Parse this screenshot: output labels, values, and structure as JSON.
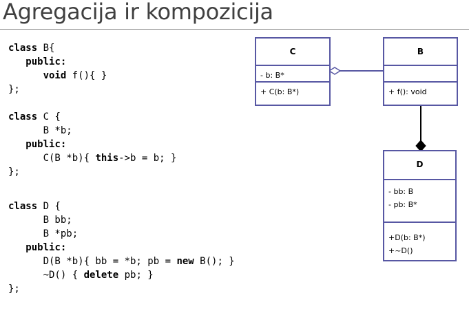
{
  "title": "Agregacija ir kompozicija",
  "code_lines": [
    [
      {
        "t": "class",
        "b": true
      },
      {
        "t": " B{",
        "b": false
      }
    ],
    [
      {
        "t": "   ",
        "b": false
      },
      {
        "t": "public:",
        "b": true
      }
    ],
    [
      {
        "t": "      ",
        "b": false
      },
      {
        "t": "void",
        "b": true
      },
      {
        "t": " f(){ }",
        "b": false
      }
    ],
    [
      {
        "t": "};",
        "b": false
      }
    ],
    [],
    [
      {
        "t": "class",
        "b": true
      },
      {
        "t": " C {",
        "b": false
      }
    ],
    [
      {
        "t": "      B *b;",
        "b": false
      }
    ],
    [
      {
        "t": "   ",
        "b": false
      },
      {
        "t": "public:",
        "b": true
      }
    ],
    [
      {
        "t": "      C(B *b){ ",
        "b": false
      },
      {
        "t": "this",
        "b": true
      },
      {
        "t": "->b = b; }",
        "b": false
      }
    ],
    [
      {
        "t": "};",
        "b": false
      }
    ],
    [],
    [
      {
        "t": "class",
        "b": true
      },
      {
        "t": " D {",
        "b": false
      }
    ],
    [
      {
        "t": "      B bb;",
        "b": false
      }
    ],
    [
      {
        "t": "      B *pb;",
        "b": false
      }
    ],
    [
      {
        "t": "   ",
        "b": false
      },
      {
        "t": "public:",
        "b": true
      }
    ],
    [
      {
        "t": "      D(B *b){ bb = *b; pb = ",
        "b": false
      },
      {
        "t": "new",
        "b": true
      },
      {
        "t": " B(); }",
        "b": false
      }
    ],
    [
      {
        "t": "      ~D() { ",
        "b": false
      },
      {
        "t": "delete",
        "b": true
      },
      {
        "t": " pb; }",
        "b": false
      }
    ],
    [
      {
        "t": "};",
        "b": false
      }
    ]
  ],
  "uml": {
    "C": {
      "name": "C",
      "attributes": [
        "- b: B*"
      ],
      "methods": [
        "+ C(b: B*)"
      ]
    },
    "B": {
      "name": "B",
      "attributes": [],
      "methods": [
        "+ f(): void"
      ]
    },
    "D": {
      "name": "D",
      "attributes": [
        "- bb: B",
        "- pb: B*"
      ],
      "methods": [
        "+D(b: B*)",
        "+~D()"
      ]
    }
  },
  "relations": [
    {
      "from": "C",
      "to": "B",
      "kind": "aggregation"
    },
    {
      "from": "D",
      "to": "B",
      "kind": "composition"
    }
  ],
  "colors": {
    "uml_border": "#5757a3",
    "title": "#404040",
    "rule": "#8a8a8a"
  }
}
